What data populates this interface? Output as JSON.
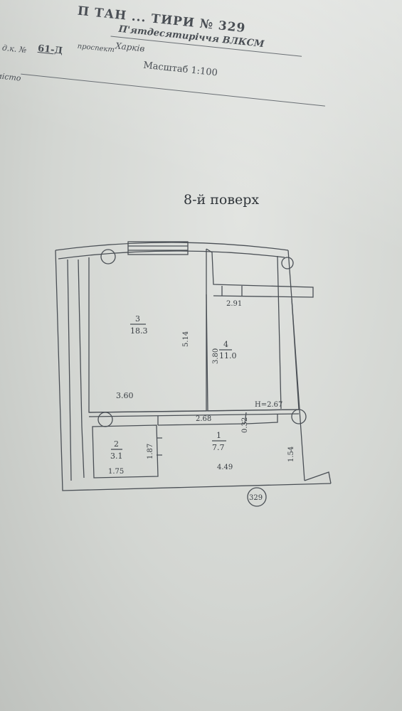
{
  "header": {
    "title": "П ТАН ... ТИРИ № 329",
    "street": "П'ятдесятиріччя ВЛКСМ",
    "house_prefix": "д.к. №",
    "house_number": "61-Д",
    "street_prefix": "проспект",
    "city": "Харків",
    "city_label": "місто",
    "scale": "Масштаб 1:100"
  },
  "floor": {
    "title": "8-й поверх"
  },
  "plan": {
    "rooms": [
      {
        "number": "3",
        "area": "18.3"
      },
      {
        "number": "4",
        "area": "11.0"
      },
      {
        "number": "2",
        "area": "3.1"
      },
      {
        "number": "1",
        "area": "7.7"
      }
    ],
    "dimensions": {
      "d291": "2.91",
      "d514": "5.14",
      "d380": "3.80",
      "d360": "3.60",
      "height": "H=2.67",
      "d268": "2.68",
      "d032": "0.32",
      "d187": "1.87",
      "d154": "1.54",
      "d175": "1.75",
      "d449": "4.49"
    },
    "apartment_number": "329"
  },
  "colors": {
    "ink": "#3a3f44",
    "paper": "#d6d9d5"
  }
}
